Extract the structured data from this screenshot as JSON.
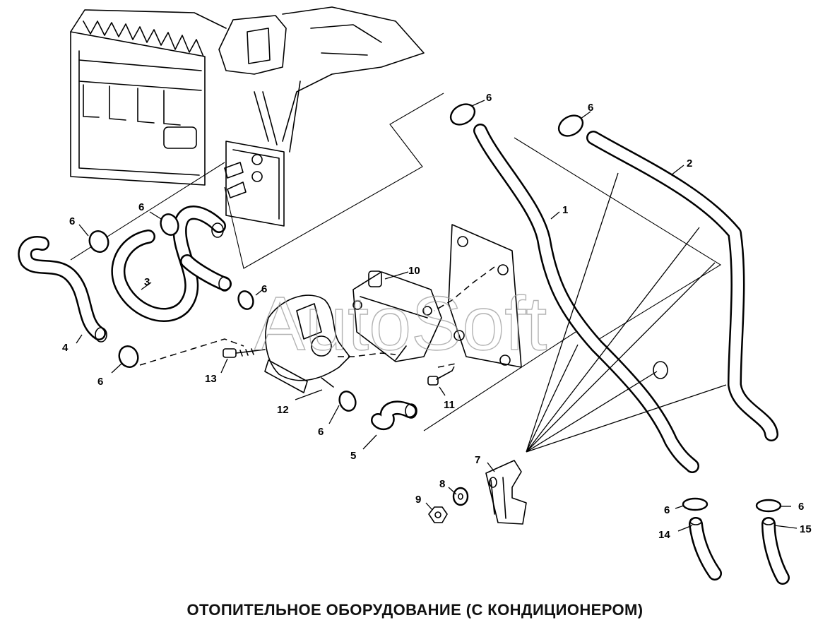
{
  "caption": "ОТОПИТЕЛЬНОЕ ОБОРУДОВАНИЕ (С КОНДИЦИОНЕРОМ)",
  "watermark": "AutoSoft",
  "callouts": {
    "c1": "1",
    "c2": "2",
    "c3": "3",
    "c4": "4",
    "c5": "5",
    "c6_top1": "6",
    "c6_top2": "6",
    "c6_left1": "6",
    "c6_left2": "6",
    "c6_mid": "6",
    "c6_bottom_left": "6",
    "c6_bottom_mid": "6",
    "c6_right1": "6",
    "c6_right2": "6",
    "c7": "7",
    "c8": "8",
    "c9": "9",
    "c10": "10",
    "c11": "11",
    "c12": "12",
    "c13": "13",
    "c14": "14",
    "c15": "15"
  },
  "colors": {
    "line": "#000000",
    "watermark": "#9a9a9a",
    "background": "#ffffff"
  }
}
